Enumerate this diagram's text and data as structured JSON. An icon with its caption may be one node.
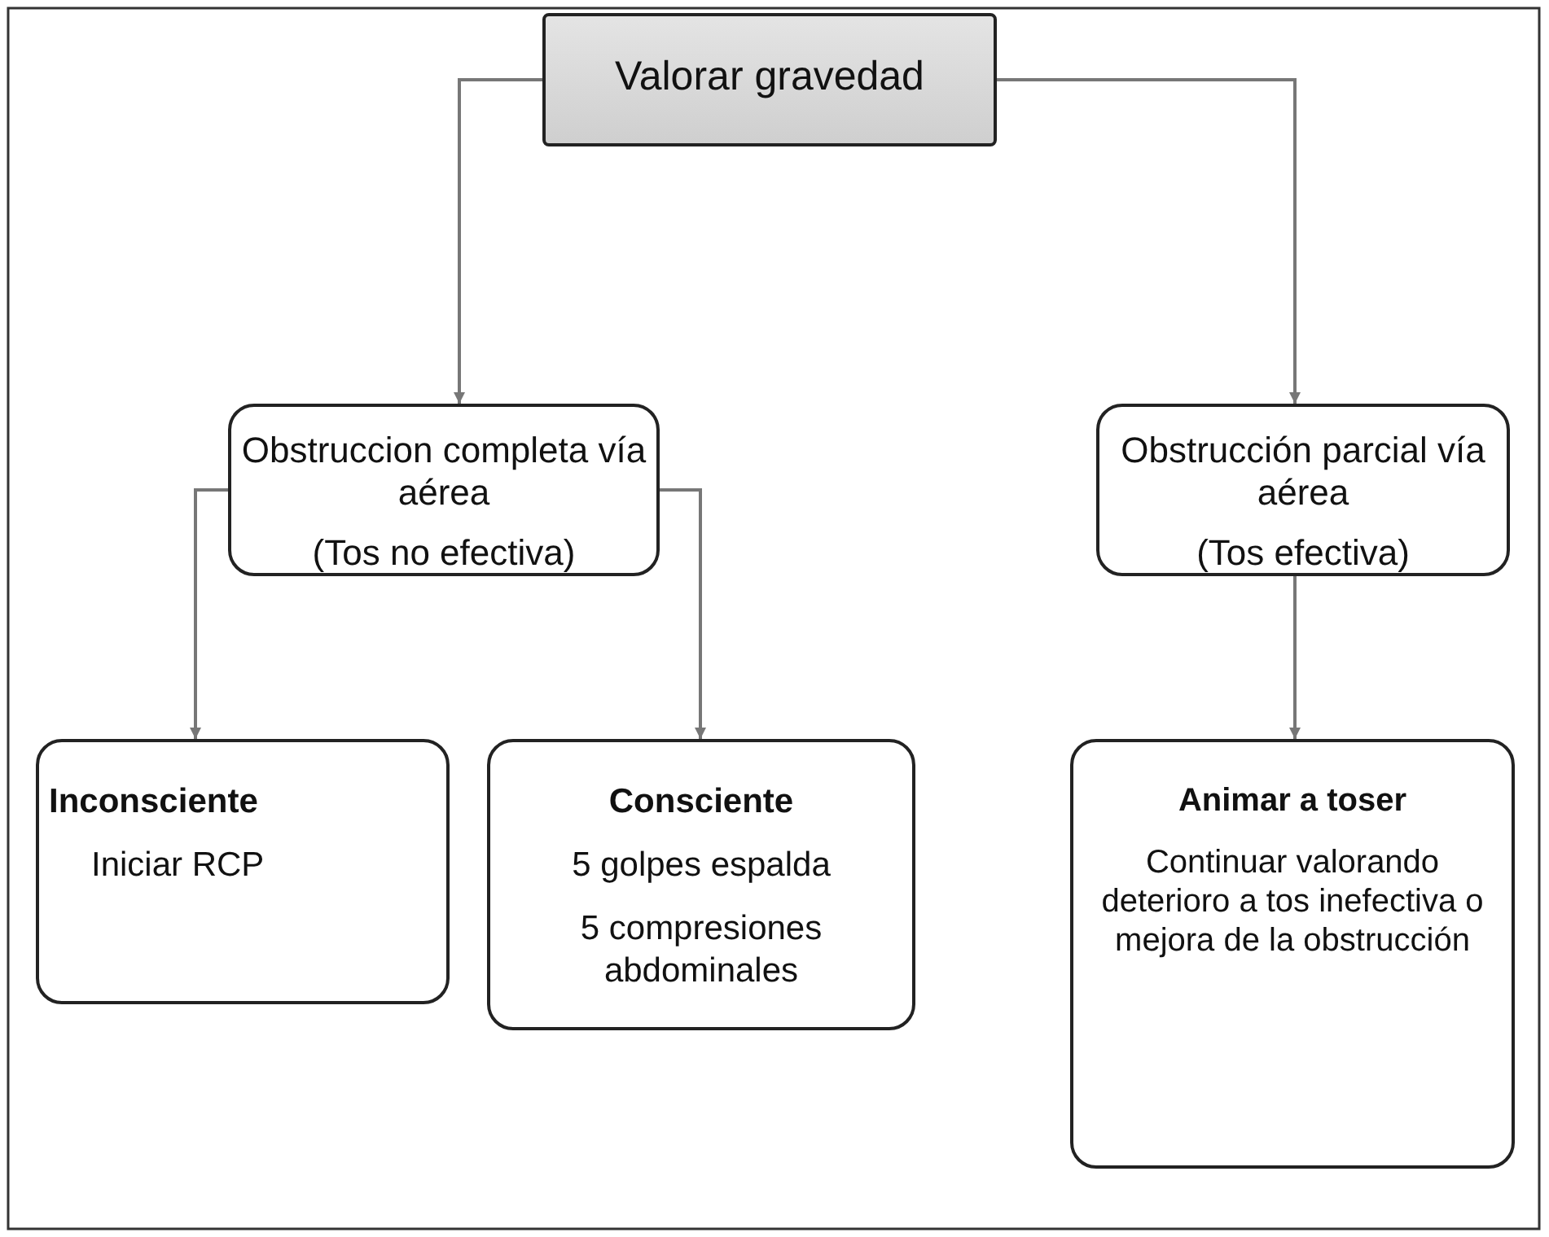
{
  "diagram": {
    "nodes": [
      {
        "text": [
          "Valorar gravedad"
        ]
      },
      {
        "text": [
          "Obstruccion completa vía aérea",
          "(Tos no efectiva)"
        ]
      },
      {
        "text": [
          "Obstrucción parcial vía aérea",
          "(Tos efectiva)"
        ]
      },
      {
        "text": [
          "Inconsciente",
          "Iniciar RCP"
        ]
      },
      {
        "text": [
          "Consciente",
          "5 golpes espalda",
          "5 compresiones abdominales"
        ]
      },
      {
        "text": [
          "Animar a toser",
          "Continuar valorando deterioro a tos inefectiva o mejora de la obstrucción"
        ]
      }
    ],
    "edges": [
      {
        "from": 0,
        "to": 1,
        "arrow": "to"
      },
      {
        "from": 0,
        "to": 2,
        "arrow": "to"
      },
      {
        "from": 1,
        "to": 3,
        "arrow": "to"
      },
      {
        "from": 1,
        "to": 4,
        "arrow": "to"
      },
      {
        "from": 2,
        "to": 5,
        "arrow": "to"
      }
    ]
  }
}
